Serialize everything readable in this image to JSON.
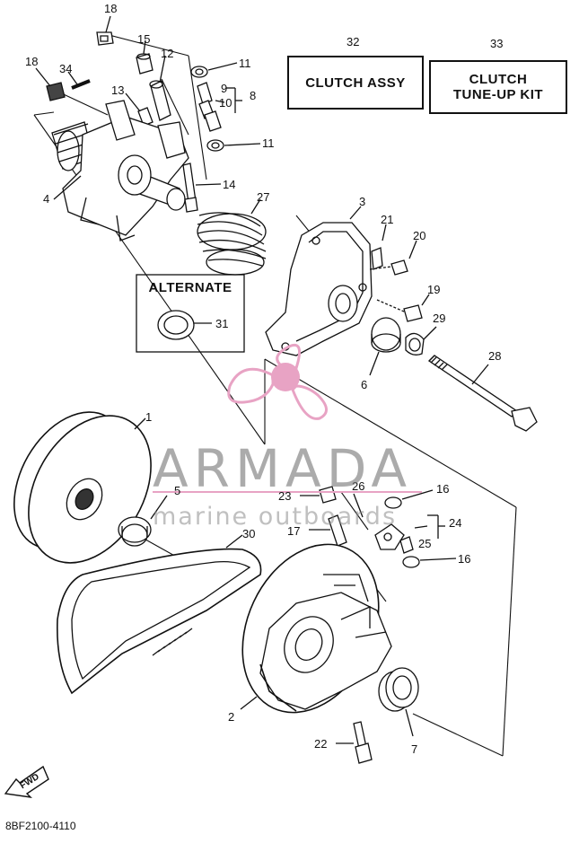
{
  "diagram": {
    "boxes": {
      "clutch_assy": "CLUTCH ASSY",
      "clutch_tuneup_line1": "CLUTCH",
      "clutch_tuneup_line2": "TUNE-UP KIT",
      "alternate": "ALTERNATE"
    },
    "callouts": {
      "n1": "1",
      "n2": "2",
      "n3": "3",
      "n4": "4",
      "n5": "5",
      "n6": "6",
      "n7": "7",
      "n8": "8",
      "n9": "9",
      "n10": "10",
      "n11a": "11",
      "n11b": "11",
      "n12": "12",
      "n13": "13",
      "n14": "14",
      "n15": "15",
      "n16a": "16",
      "n16b": "16",
      "n17": "17",
      "n18a": "18",
      "n18b": "18",
      "n19": "19",
      "n20": "20",
      "n21": "21",
      "n22": "22",
      "n23": "23",
      "n24": "24",
      "n25": "25",
      "n26": "26",
      "n27": "27",
      "n28": "28",
      "n29": "29",
      "n30": "30",
      "n31": "31",
      "n32": "32",
      "n33": "33",
      "n34": "34"
    },
    "fwd_label": "FWD",
    "diagram_code": "8BF2100-4110"
  },
  "watermark": {
    "brand": "ARMADA",
    "tagline": "marine outboards",
    "accent_color": "#e8a3c4"
  }
}
